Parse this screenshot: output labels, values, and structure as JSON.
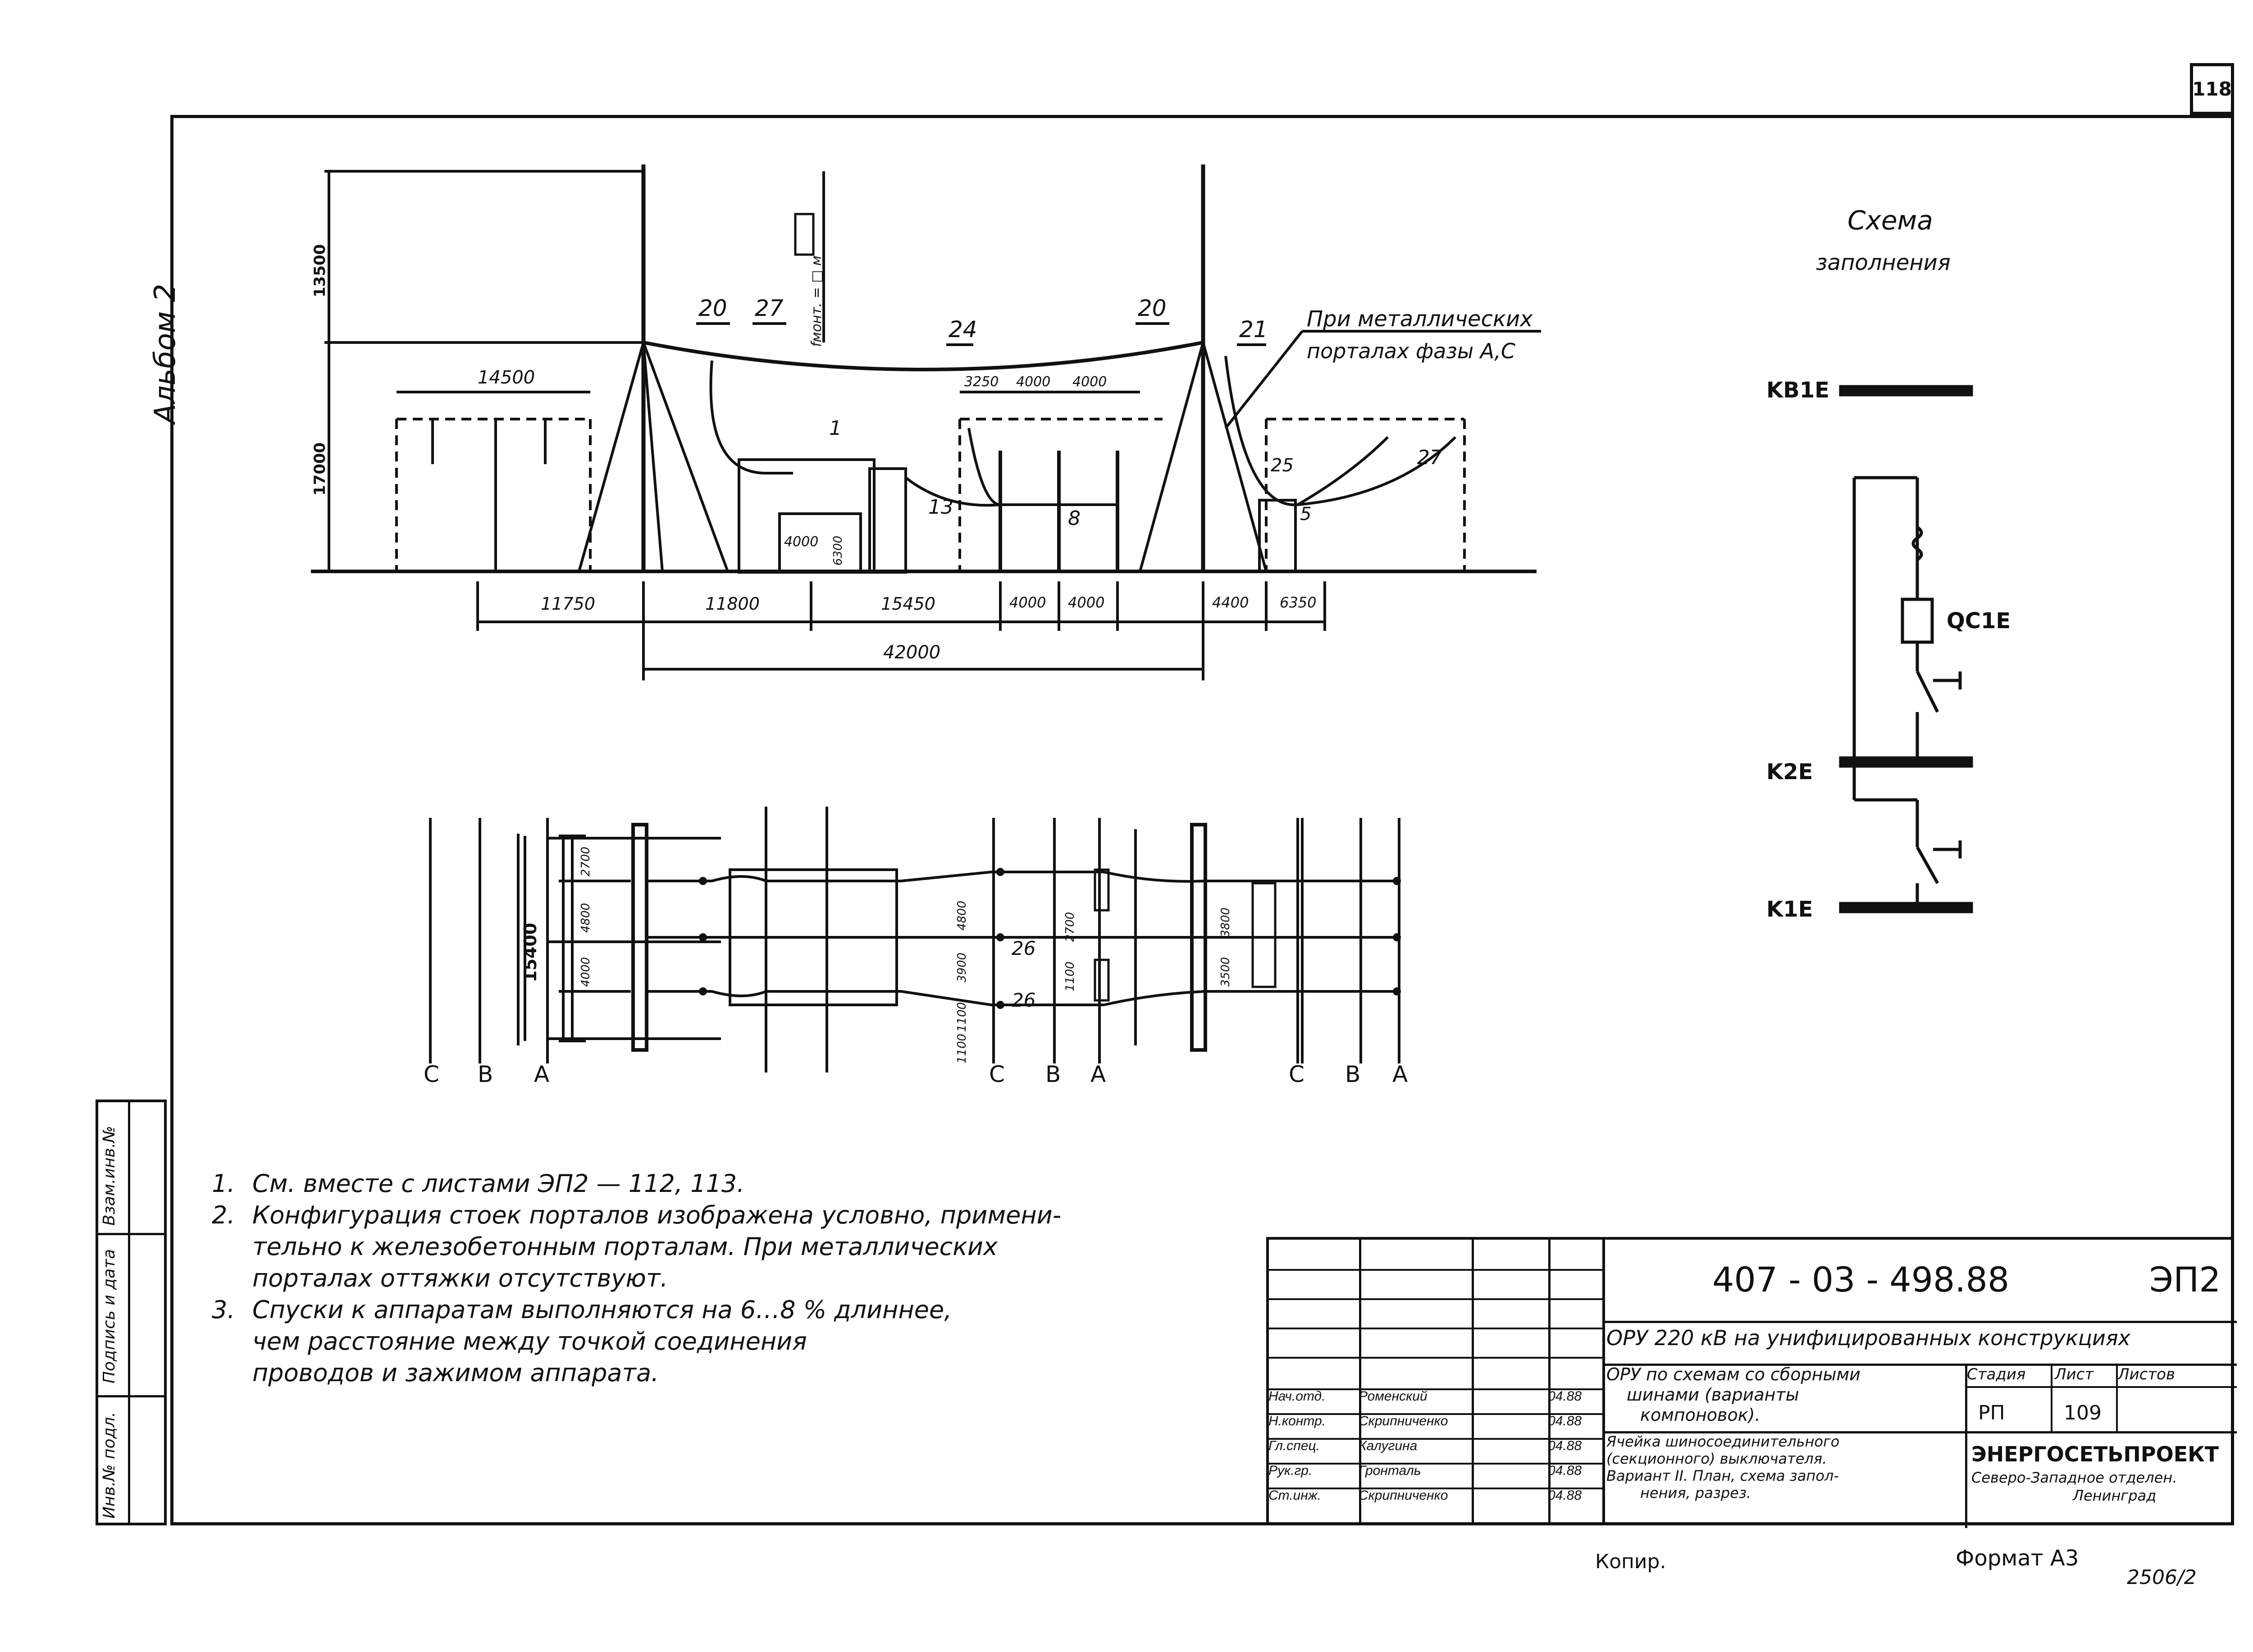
{
  "sheet_number": "118",
  "album_label": "Альбом 2",
  "scheme": {
    "title_line1": "Схема",
    "title_line2": "заполнения",
    "bus_kb1e": "KB1E",
    "breaker": "QC1E",
    "bus_k2e": "K2E",
    "bus_k1e": "K1E"
  },
  "section_view": {
    "dims_top": [
      "13500",
      "17000"
    ],
    "dim_left_width": "14500",
    "dims_bottom": [
      "11750",
      "11800",
      "15450",
      "4000",
      "4000",
      "4400",
      "6350"
    ],
    "dim_total": "42000",
    "dims_inner": [
      "3250",
      "4000",
      "4000"
    ],
    "dim_small": [
      "4000",
      "6300"
    ],
    "f_label": "fмонт. = □ м",
    "callouts": [
      "20",
      "27",
      "24",
      "20",
      "21",
      "1",
      "13",
      "8",
      "25",
      "5",
      "27"
    ],
    "note_metal_line1": "При металлических",
    "note_metal_line2": "порталах фазы А,С"
  },
  "plan_view": {
    "dim_width": "15400",
    "dims_phase_left": [
      "2700",
      "4800",
      "4000"
    ],
    "dims_mid": [
      "4800",
      "3900",
      "1100",
      "1100"
    ],
    "dims_mid_right": [
      "2700",
      "1100"
    ],
    "dims_right": [
      "3800",
      "3500"
    ],
    "callouts": [
      "26",
      "26"
    ],
    "phases_group1": [
      "C",
      "B",
      "A"
    ],
    "phases_group2": [
      "C",
      "B",
      "A"
    ],
    "phases_group3": [
      "C",
      "B",
      "A"
    ]
  },
  "notes": [
    {
      "num": "1.",
      "text": "См. вместе с листами ЭП2 — 112, 113."
    },
    {
      "num": "2.",
      "text": "Конфигурация стоек порталов изображена условно, примени-"
    },
    {
      "num": "",
      "text": "тельно к железобетонным порталам. При металлических"
    },
    {
      "num": "",
      "text": "порталах оттяжки отсутствуют."
    },
    {
      "num": "3.",
      "text": "Спуски к аппаратам выполняются на 6…8 % длиннее,"
    },
    {
      "num": "",
      "text": "чем расстояние между точкой соединения"
    },
    {
      "num": "",
      "text": "проводов и зажимом аппарата."
    }
  ],
  "left_strip": {
    "label1": "Инв.№ подл.",
    "label2": "Подпись и дата",
    "label3": "Взам.инв.№"
  },
  "title_block": {
    "doc_code": "407 - 03 - 498.88",
    "sheet_code": "ЭП2",
    "project_title": "ОРУ 220 кВ на унифицированных конструкциях",
    "subtitle_line1": "ОРУ по схемам со сборными",
    "subtitle_line2": "шинами (варианты",
    "subtitle_line3": "компоновок).",
    "sheet_desc_line1": "Ячейка шиносоединительного",
    "sheet_desc_line2": "(секционного) выключателя.",
    "sheet_desc_line3": "Вариант II. План, схема запол-",
    "sheet_desc_line4": "нения, разрез.",
    "stage_header": "Стадия",
    "sheet_header": "Лист",
    "sheets_header": "Листов",
    "stage_value": "РП",
    "sheet_value": "109",
    "org_name": "ЭНЕРГОСЕТЬПРОЕКТ",
    "org_dept_line1": "Северо-Западное отделен.",
    "org_dept_line2": "Ленинград",
    "staff": [
      {
        "role": "Нач.отд.",
        "name": "Роменский",
        "date": "04.88"
      },
      {
        "role": "Н.контр.",
        "name": "Скрипниченко",
        "date": "04.88"
      },
      {
        "role": "Гл.спец.",
        "name": "Калугина",
        "date": "04.88"
      },
      {
        "role": "Рук.гр.",
        "name": "Гронталь",
        "date": "04.88"
      },
      {
        "role": "Ст.инж.",
        "name": "Скрипниченко",
        "date": "04.88"
      }
    ]
  },
  "footer": {
    "copy_label": "Копир.",
    "format_label": "Формат А3",
    "archive_no": "2506/2"
  }
}
